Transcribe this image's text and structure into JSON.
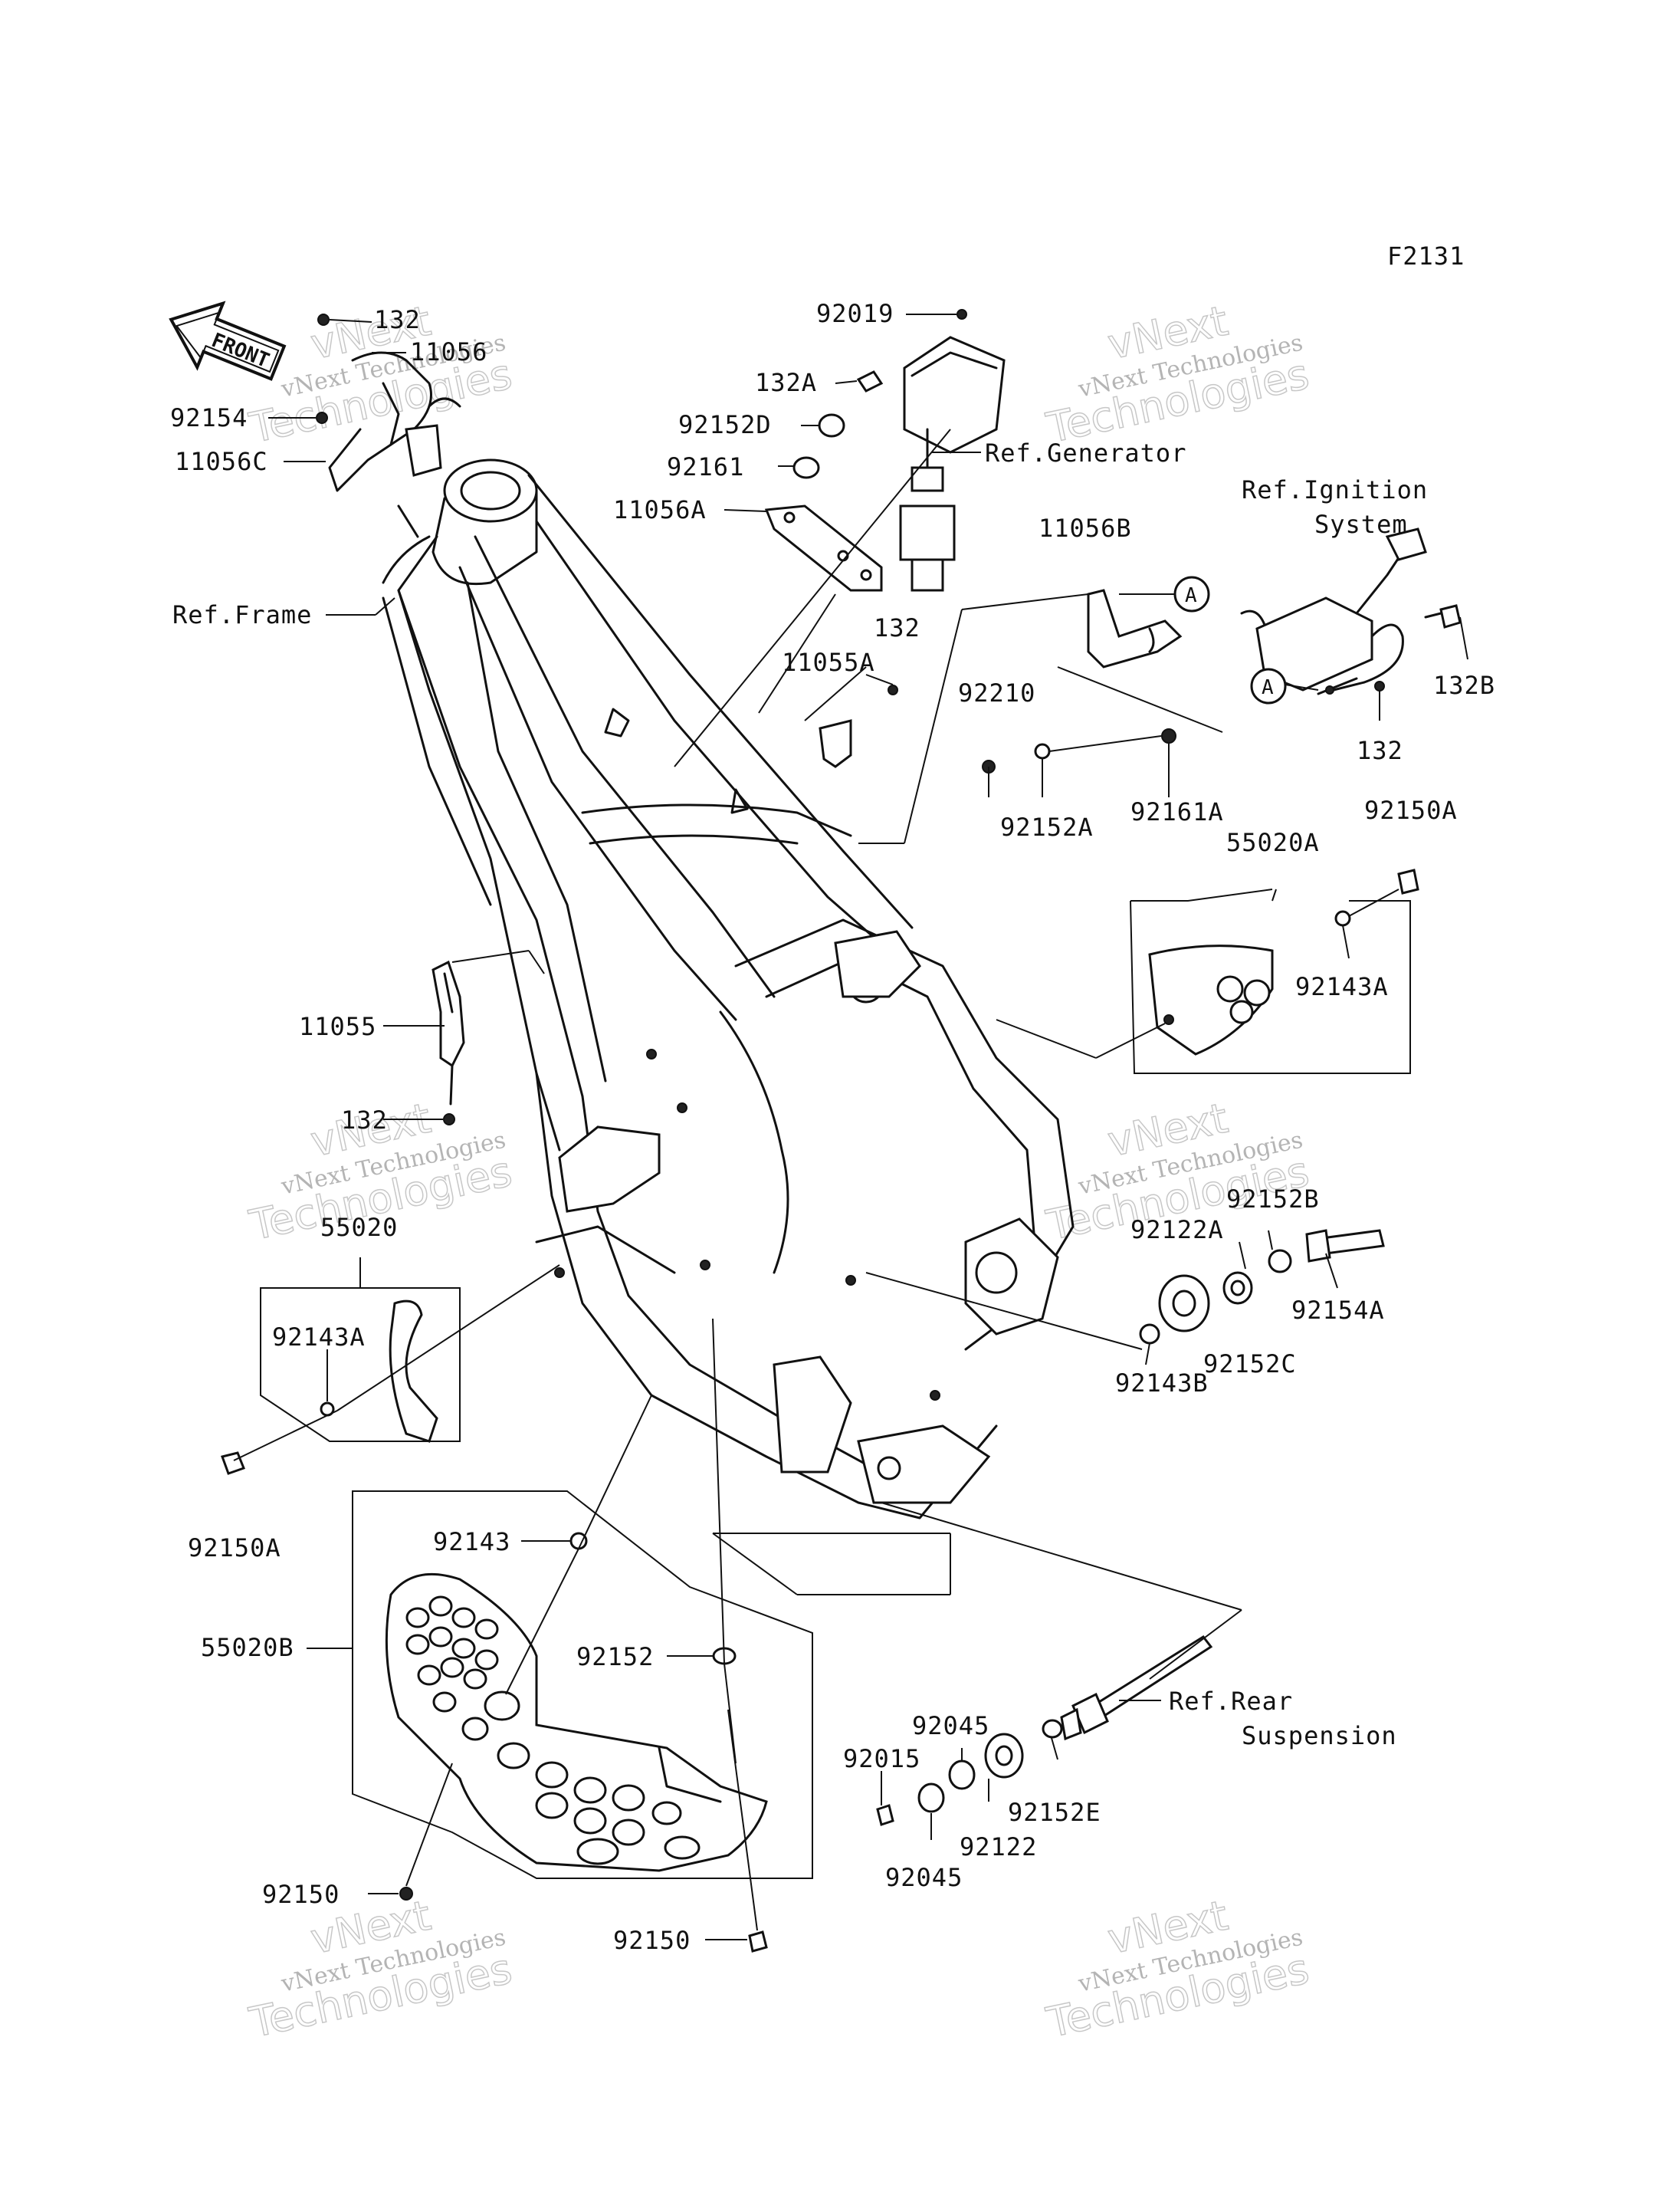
{
  "figure_code": "F2131",
  "front_label": "FRONT",
  "callout_letter": "A",
  "watermark": {
    "line1": "vNext Technologies",
    "line2": "Technologies",
    "line3": "vNext"
  },
  "labels": {
    "l_132_a": "132",
    "l_11056": "11056",
    "l_92154": "92154",
    "l_11056C": "11056C",
    "l_ref_frame": "Ref.Frame",
    "l_92019": "92019",
    "l_132A": "132A",
    "l_92152D": "92152D",
    "l_92161": "92161",
    "l_11056A": "11056A",
    "l_ref_generator": "Ref.Generator",
    "l_ref_ignition_1": "Ref.Ignition",
    "l_ref_ignition_2": "System",
    "l_11056B": "11056B",
    "l_132_b": "132",
    "l_11055A": "11055A",
    "l_92210": "92210",
    "l_132B": "132B",
    "l_132_c": "132",
    "l_92152A": "92152A",
    "l_92161A": "92161A",
    "l_55020A": "55020A",
    "l_92150A_top": "92150A",
    "l_92143A_right": "92143A",
    "l_11055": "11055",
    "l_132_d": "132",
    "l_55020": "55020",
    "l_92143A_left": "92143A",
    "l_92150A_left": "92150A",
    "l_92152B": "92152B",
    "l_92122A": "92122A",
    "l_92154A": "92154A",
    "l_92152C": "92152C",
    "l_92143B": "92143B",
    "l_92143": "92143",
    "l_55020B": "55020B",
    "l_92152": "92152",
    "l_92045_top": "92045",
    "l_92015": "92015",
    "l_92122": "92122",
    "l_92045_bot": "92045",
    "l_92152E": "92152E",
    "l_ref_rear_1": "Ref.Rear",
    "l_ref_rear_2": "Suspension",
    "l_92150_left": "92150",
    "l_92150_bot": "92150"
  }
}
